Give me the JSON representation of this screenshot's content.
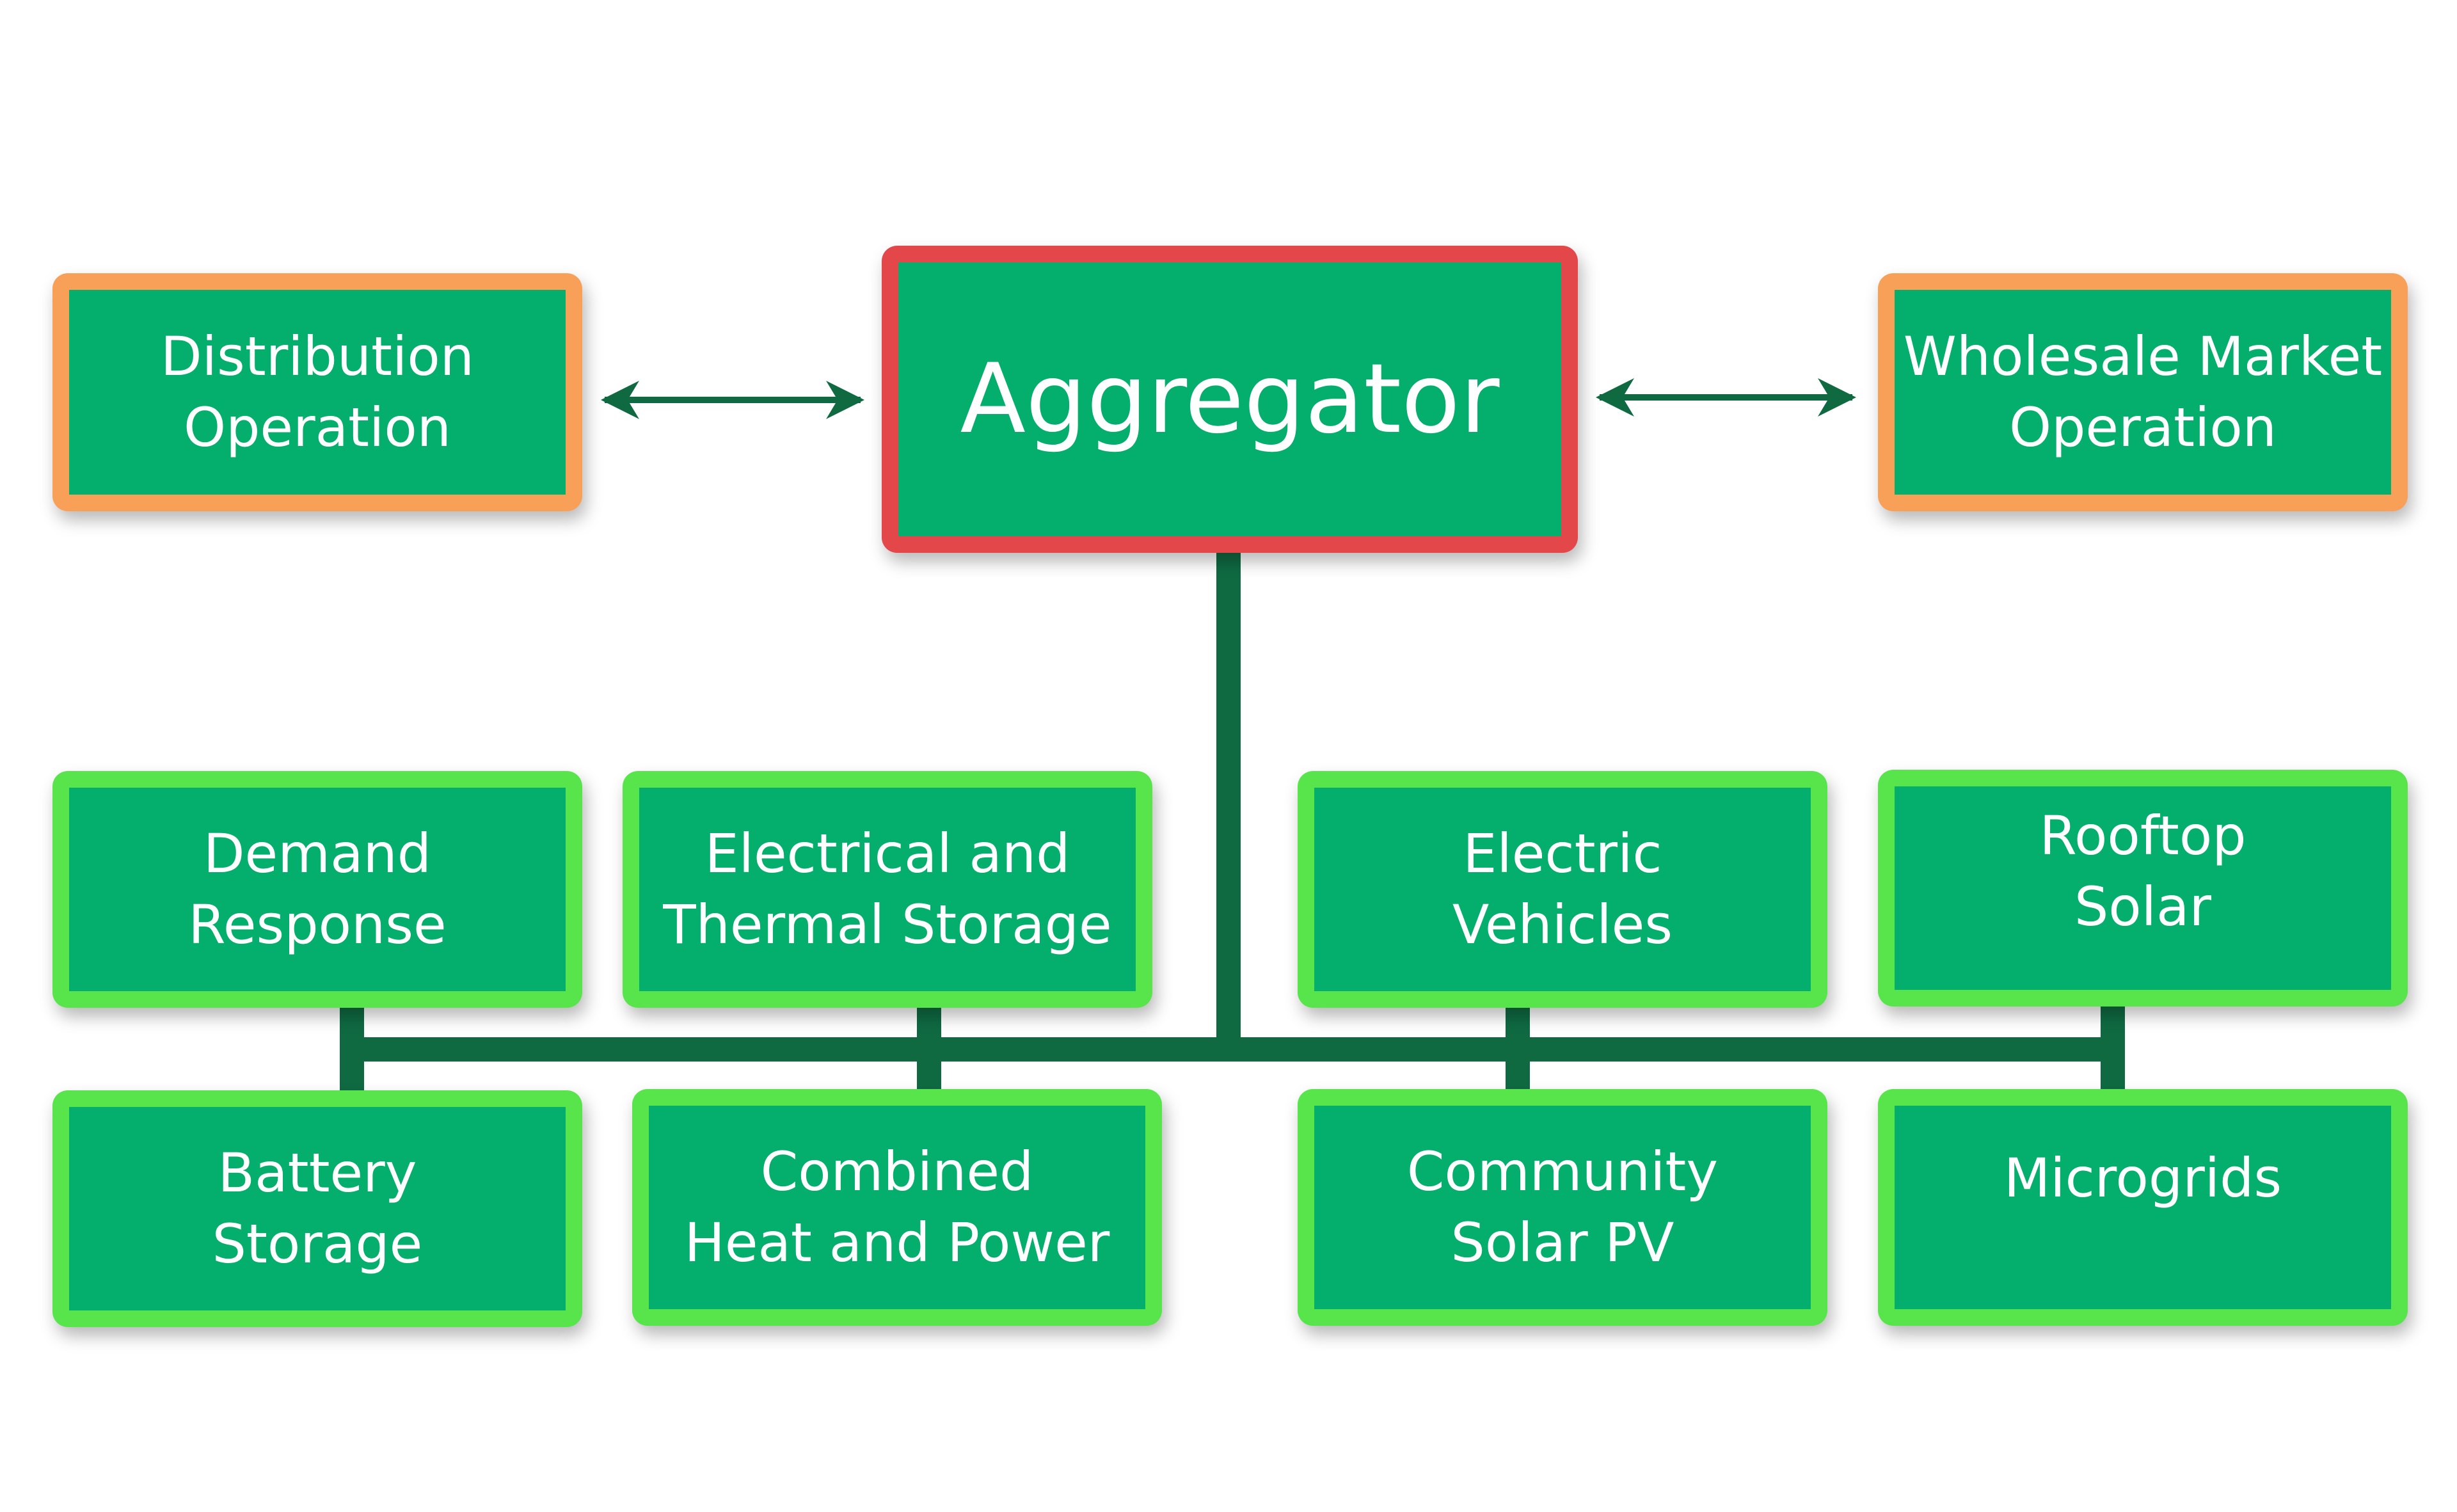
{
  "colors": {
    "box_fill": "#04ae6c",
    "center_border": "#e4474a",
    "side_border": "#f8a058",
    "resource_border": "#58e54c",
    "connector": "#0f6a42"
  },
  "center": {
    "label": "Aggregator"
  },
  "left_node": {
    "label": "Distribution\nOperation"
  },
  "right_node": {
    "label": "Wholesale Market\nOperation"
  },
  "resources_top": [
    {
      "label": "Demand\nResponse"
    },
    {
      "label": "Electrical and\nThermal Storage"
    },
    {
      "label": "Electric\nVehicles"
    },
    {
      "label": "Rooftop\nSolar"
    }
  ],
  "resources_bottom": [
    {
      "label": "Battery\nStorage"
    },
    {
      "label": "Combined\nHeat and Power"
    },
    {
      "label": "Community\nSolar PV"
    },
    {
      "label": "Microgrids"
    }
  ]
}
